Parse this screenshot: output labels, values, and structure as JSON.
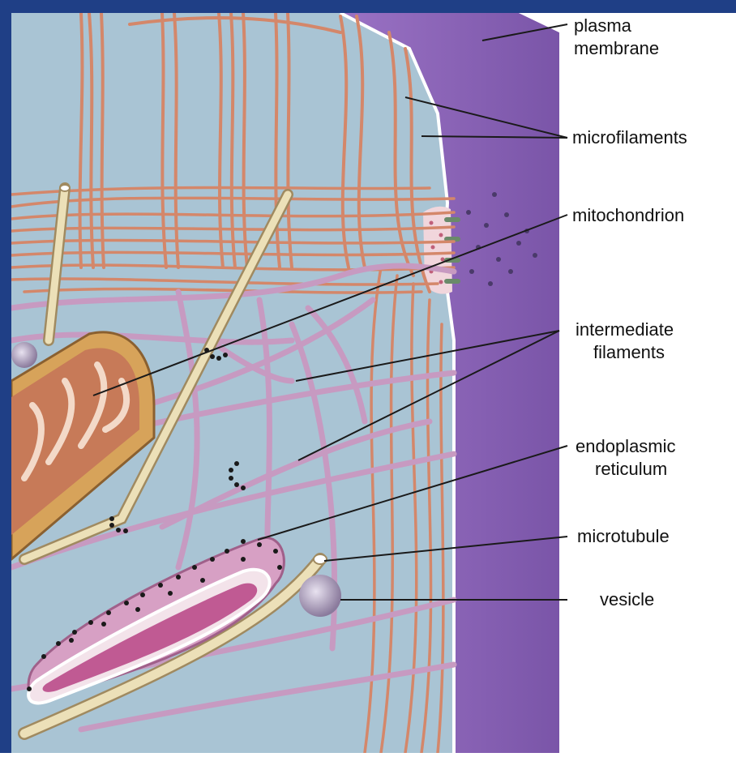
{
  "colors": {
    "background": "#a9c4d4",
    "frame": "#1f3f86",
    "membrane": "#8a63b5",
    "microfilament": "#d4876a",
    "intermediate_filament": "#c79ac1",
    "microtubule": "#e6d6a6",
    "mitochondrion_outer": "#d7a35a",
    "mitochondrion_inner": "#c77a58",
    "reticulum": "#c05a93",
    "vesicle": "#a89ab8"
  },
  "labels": {
    "plasma_membrane": [
      "plasma",
      "membrane"
    ],
    "microfilaments": "microfilaments",
    "mitochondrion": "mitochondrion",
    "intermediate_filaments": [
      "intermediate",
      "filaments"
    ],
    "endoplasmic_reticulum": [
      "endoplasmic",
      "reticulum"
    ],
    "microtubule": "microtubule",
    "vesicle": "vesicle"
  }
}
